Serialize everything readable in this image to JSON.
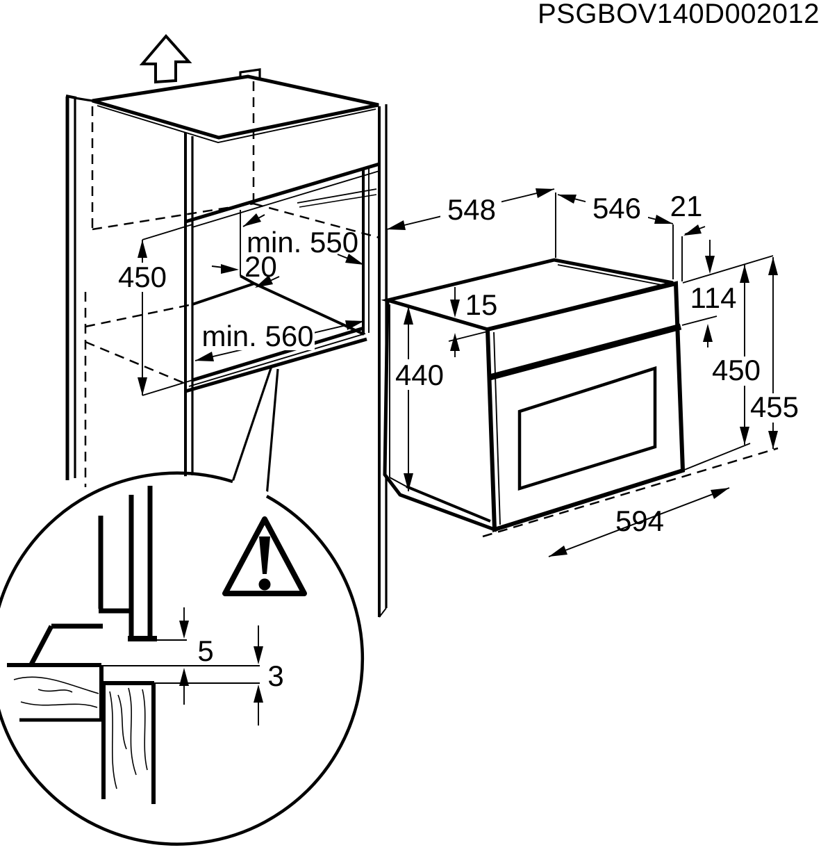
{
  "title": "PSGBOV140D002012",
  "cabinet": {
    "niche_height": "450",
    "niche_depth_min": "min. 550",
    "rear_gap": "20",
    "niche_width_min": "min. 560"
  },
  "oven": {
    "top_depth": "548",
    "body_depth": "546",
    "rear_offset": "21",
    "top_clearance": "15",
    "body_height": "440",
    "control_panel_height": "114",
    "front_height": "450",
    "total_height": "455",
    "front_width": "594"
  },
  "detail": {
    "upper_gap": "5",
    "lower_gap": "3"
  }
}
